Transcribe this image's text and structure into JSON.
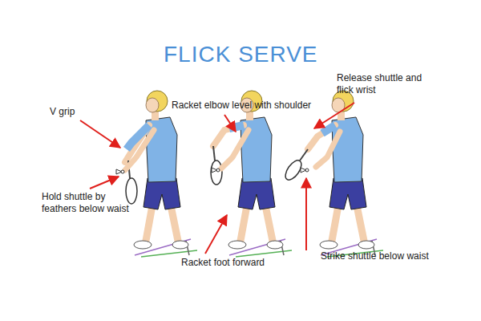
{
  "diagram": {
    "title": "FLICK SERVE",
    "labels": [
      "V grip",
      "Hold shuttle by feathers below waist",
      "Racket elbow level with shoulder",
      "Release shuttle and flick wrist",
      "Racket foot forward",
      "Strike shuttle below waist"
    ]
  }
}
